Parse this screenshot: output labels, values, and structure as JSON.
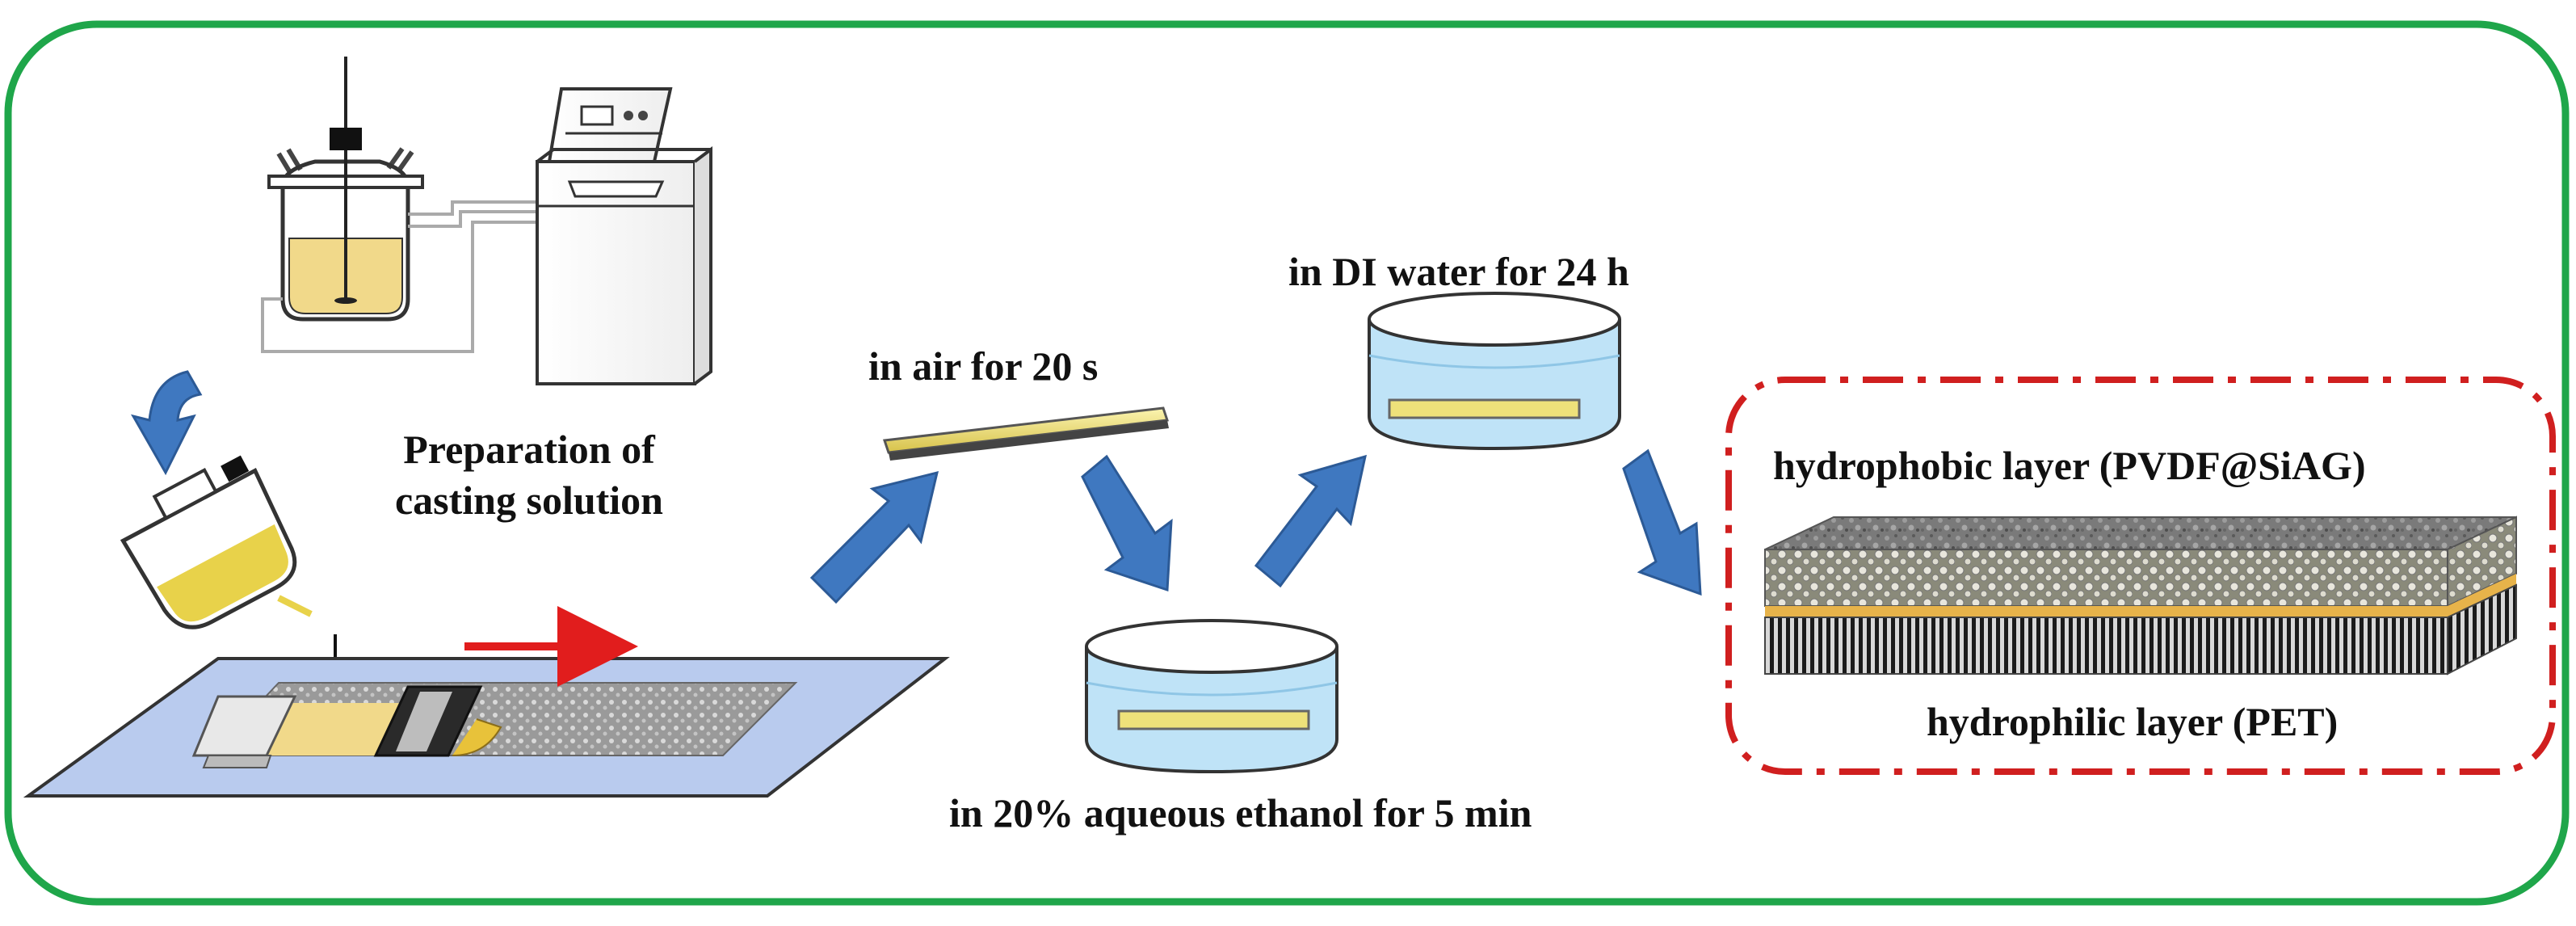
{
  "labels": {
    "prep_line1": "Preparation of",
    "prep_line2": "casting solution",
    "air": "in air for 20 s",
    "di_water": "in DI water for 24 h",
    "ethanol": "in 20% aqueous ethanol for 5 min",
    "hydrophobic": "hydrophobic layer (PVDF@SiAG)",
    "hydrophilic": "hydrophilic layer (PET)"
  },
  "colors": {
    "frame": "#1fa64a",
    "dashed_box": "#d01f1f",
    "arrow_blue": "#3f78c0",
    "arrow_red": "#e11d1d",
    "solution": "#f1d98a",
    "film": "#eee17a",
    "water": "#bfe3f7",
    "plate": "#b9cbee",
    "pet_fibers": "#1b1b1b",
    "membrane_top": "#6d6d6d",
    "interlayer": "#e7b34a"
  },
  "icons": [
    "reactor-vessel-icon",
    "thermostat-bath-icon",
    "pouring-flask-icon",
    "casting-plate-icon",
    "petri-dish-icon",
    "membrane-layers-icon"
  ]
}
